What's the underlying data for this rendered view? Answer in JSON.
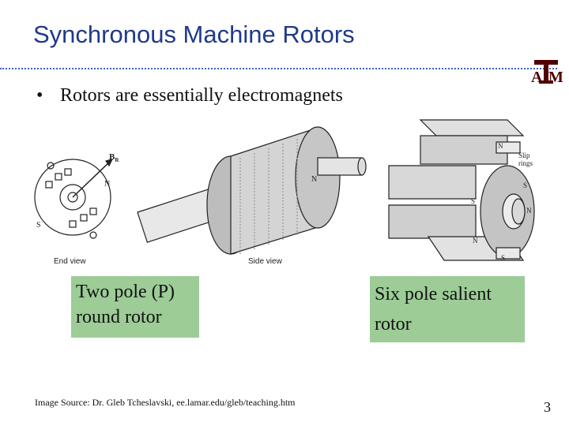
{
  "slide": {
    "title": "Synchronous Machine Rotors",
    "bullet_glyph": "•",
    "bullet": "Rotors are essentially electromagnets",
    "figure": {
      "end_view_caption": "End view",
      "side_view_caption": "Side view",
      "br_label": "B",
      "br_sub": "R",
      "n_label": "N",
      "s_label": "S",
      "slip_rings_label_1": "Slip",
      "slip_rings_label_2": "rings"
    },
    "box_two_pole": "Two pole (P) round rotor",
    "box_six_pole": "Six pole salient rotor",
    "source": "Image Source: Dr. Gleb Tcheslavski, ee.lamar.edu/gleb/teaching.htm",
    "page_number": "3",
    "logo_text": "ATM"
  },
  "colors": {
    "title": "#1f3a8a",
    "rule": "#3b5fc4",
    "label_box": "#9dcc97",
    "logo": "#500000"
  }
}
